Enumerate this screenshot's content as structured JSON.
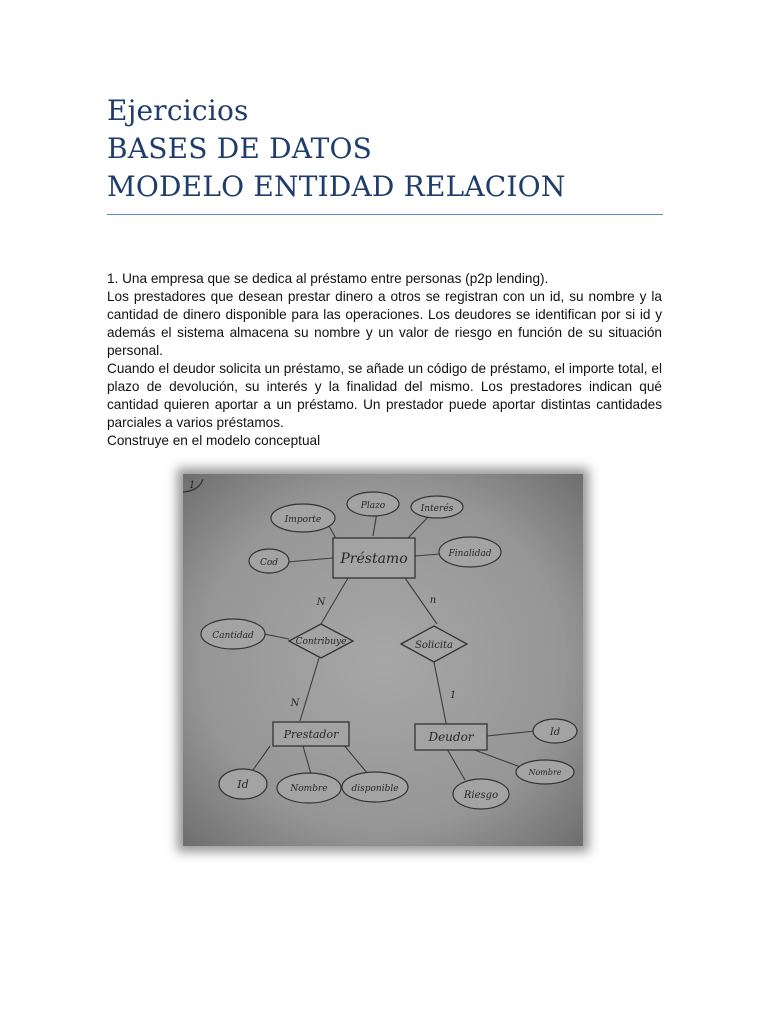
{
  "header": {
    "line1": "Ejercicios",
    "line2": "BASES DE DATOS",
    "line3": "MODELO ENTIDAD RELACION"
  },
  "exercise": {
    "intro": "1. Una empresa que se dedica al préstamo entre personas (p2p lending).",
    "p1": "Los prestadores que desean prestar dinero a otros se registran con un id, su nombre y la cantidad de dinero disponible para las operaciones. Los deudores se identifican por si id y además el sistema almacena su nombre y un valor de riesgo en función de su situación personal.",
    "p2": "Cuando el deudor solicita un préstamo, se añade un código de préstamo, el importe total, el plazo de devolución, su interés y la finalidad del mismo. Los prestadores indican qué cantidad quieren aportar a un préstamo. Un prestador puede aportar distintas cantidades parciales a varios préstamos.",
    "p3": "Construye en el modelo conceptual"
  },
  "diagram": {
    "corner_mark": "1",
    "entities": {
      "prestamo": "Préstamo",
      "prestador": "Prestador",
      "deudor": "Deudor"
    },
    "relations": {
      "contribuye": "Contribuye",
      "solicita": "Solicita"
    },
    "attributes": {
      "importe": "Importe",
      "plazo": "Plazo",
      "interes": "Interés",
      "cod": "Cod",
      "finalidad": "Finalidad",
      "cantidad": "Cantidad",
      "prestador_id": "Id",
      "prestador_nombre": "Nombre",
      "disponible": "disponible",
      "deudor_id": "Id",
      "deudor_nombre": "Nombre",
      "riesgo": "Riesgo"
    },
    "cardinalities": {
      "prestamo_contribuye": "N",
      "prestamo_solicita": "n",
      "prestador_contribuye": "N",
      "deudor_solicita": "1"
    }
  }
}
